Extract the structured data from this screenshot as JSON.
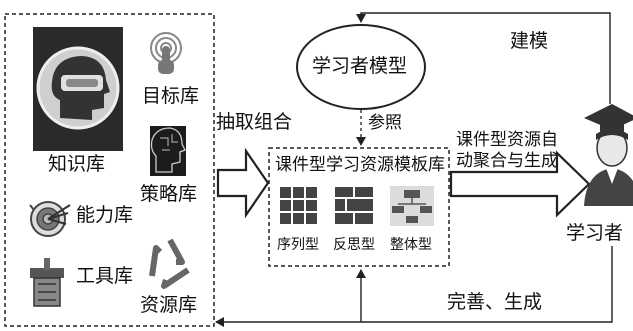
{
  "left_group": {
    "items": [
      {
        "label": "知识库",
        "icon": "vr-head-icon"
      },
      {
        "label": "目标库",
        "icon": "target-finger-icon"
      },
      {
        "label": "策略库",
        "icon": "head-circuit-icon"
      },
      {
        "label": "能力库",
        "icon": "dartboard-icon"
      },
      {
        "label": "工具库",
        "icon": "toolbox-icon"
      },
      {
        "label": "资源库",
        "icon": "recycle-icon"
      }
    ]
  },
  "model": {
    "label": "学习者模型"
  },
  "template_box": {
    "title": "课件型学习资源模板库",
    "types": [
      {
        "label": "序列型",
        "icon": "grid-3x3-icon"
      },
      {
        "label": "反思型",
        "icon": "mosaic-grid-icon"
      },
      {
        "label": "整体型",
        "icon": "org-chart-icon"
      }
    ]
  },
  "learner": {
    "label": "学习者",
    "icon": "graduate-icon"
  },
  "edges": {
    "extract_combine": "抽取组合",
    "reference": "参照",
    "auto_aggregate_line1": "课件型资源自",
    "auto_aggregate_line2": "动聚合与生成",
    "modeling": "建模",
    "refine_generate": "完善、生成"
  }
}
